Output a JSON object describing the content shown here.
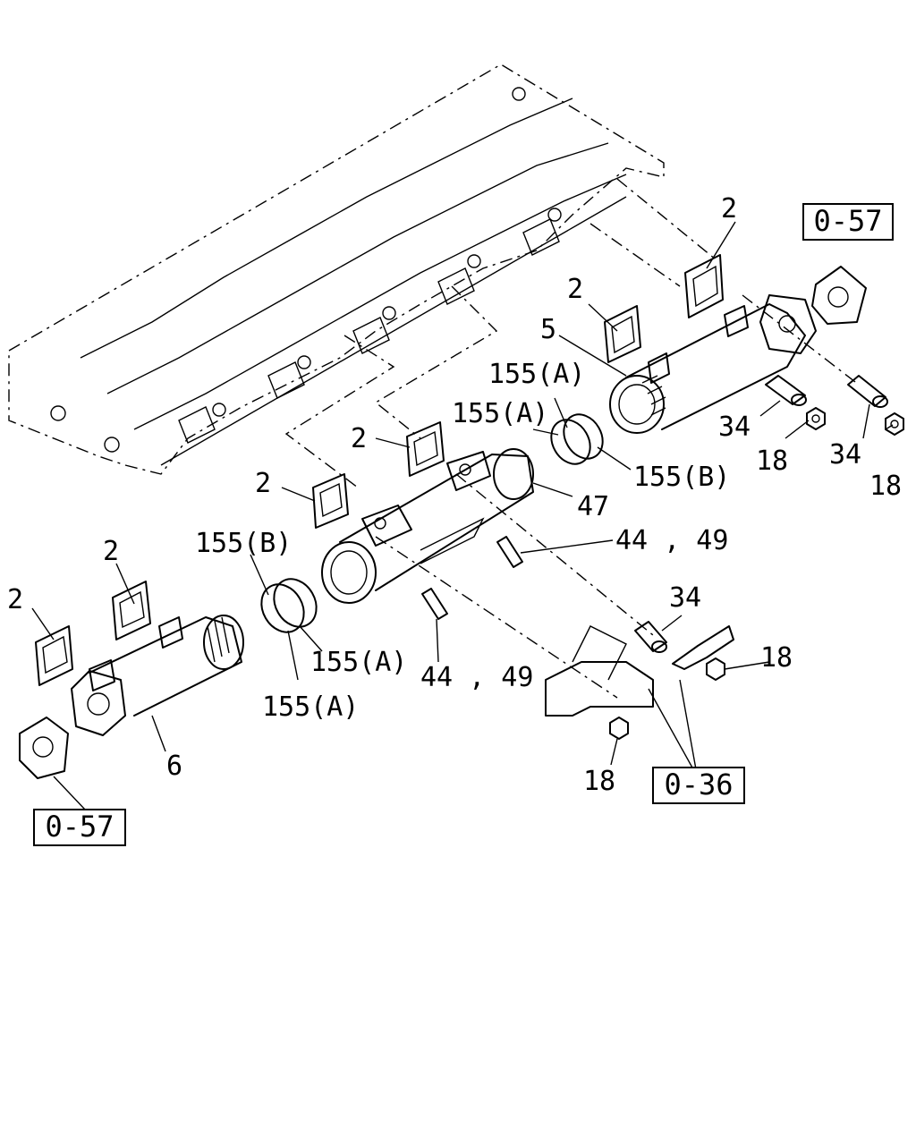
{
  "diagram": {
    "ref_boxes": {
      "top_right": "0-57",
      "bottom_left": "0-57",
      "bottom_mid": "0-36"
    },
    "callouts": {
      "c2_a": "2",
      "c2_b": "2",
      "c5": "5",
      "c155a_1": "155(A)",
      "c155a_2": "155(A)",
      "c155b_1": "155(B)",
      "c34_a": "34",
      "c18_a": "18",
      "c34_b": "34",
      "c18_b": "18",
      "c2_c": "2",
      "c2_d": "2",
      "c47": "47",
      "c44_49_a": "44 , 49",
      "c155b_2": "155(B)",
      "c2_e": "2",
      "c2_f": "2",
      "c155a_3": "155(A)",
      "c155a_4": "155(A)",
      "c44_49_b": "44 , 49",
      "c34_c": "34",
      "c18_c": "18",
      "c6": "6",
      "c18_d": "18"
    }
  }
}
